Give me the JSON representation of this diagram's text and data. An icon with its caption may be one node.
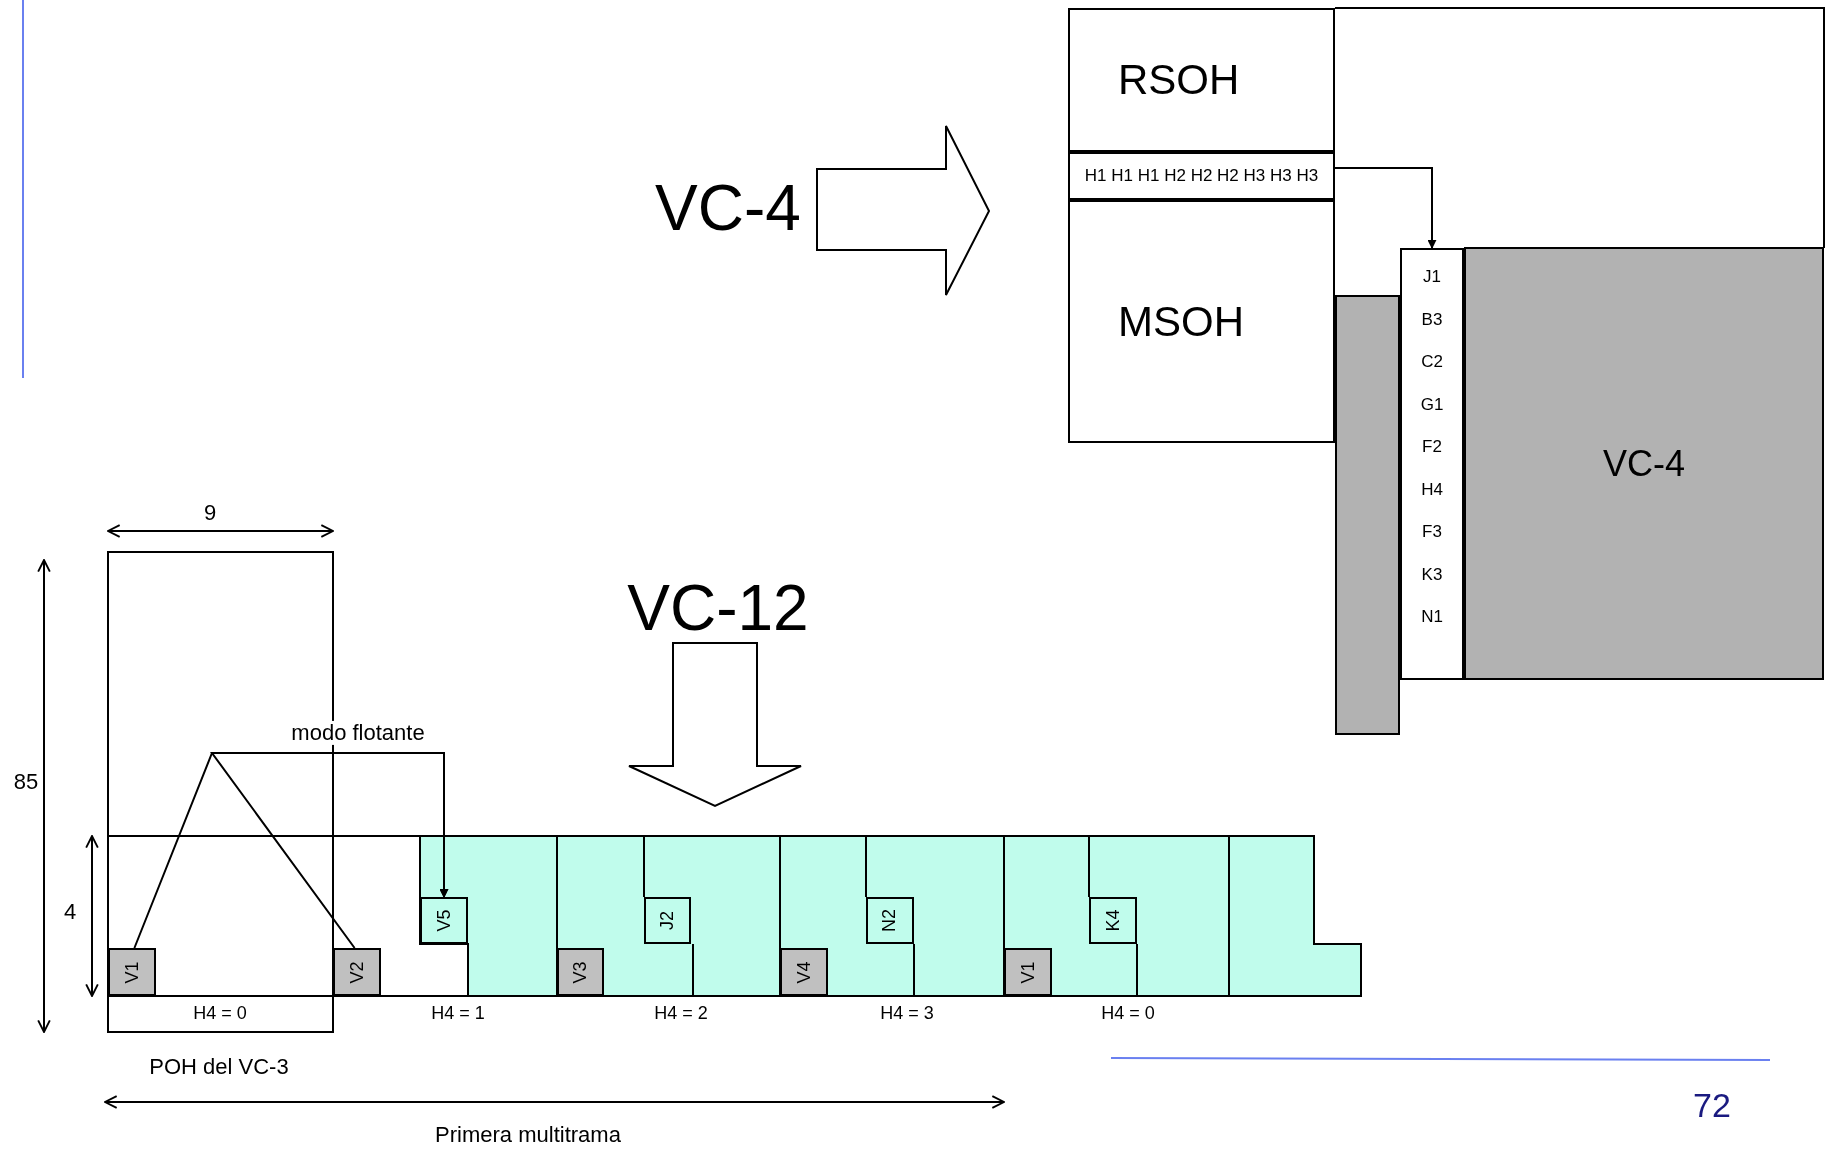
{
  "diagram": {
    "nodes": [
      {
        "text": [
          "RSOH"
        ]
      },
      {
        "text": [
          "H1 H1 H1 H2 H2 H2 H3 H3 H3"
        ]
      },
      {
        "text": [
          "MSOH"
        ]
      },
      {
        "text": [
          "J1",
          "B3",
          "C2",
          "G1",
          "F2",
          "H4",
          "F3",
          "K3",
          "N1"
        ]
      },
      {
        "text": [
          "VC-4"
        ]
      },
      {
        "text": [],
        "shape": "box"
      },
      {
        "text": [
          "V1"
        ]
      },
      {
        "text": [
          "V2"
        ]
      },
      {
        "text": [
          "V5"
        ]
      },
      {
        "text": [
          "V3"
        ]
      },
      {
        "text": [
          "J2"
        ]
      },
      {
        "text": [
          "V4"
        ]
      },
      {
        "text": [
          "N2"
        ]
      },
      {
        "text": [
          "V1"
        ]
      },
      {
        "text": [
          "K4"
        ]
      }
    ],
    "edges": [
      {
        "from": 1,
        "to": 3,
        "arrow": "to"
      },
      {
        "from": 6,
        "to": 8,
        "arrow": "to",
        "label": "modo flotante"
      },
      {
        "from": 7,
        "to": 8,
        "arrow": "to"
      }
    ],
    "labels": [
      "VC-4",
      "VC-12",
      "9",
      "85",
      "4",
      "H4 = 0",
      "H4 = 1",
      "H4 = 2",
      "H4 = 3",
      "H4 = 0",
      "POH del VC-3",
      "Primera multitrama",
      "72"
    ]
  }
}
